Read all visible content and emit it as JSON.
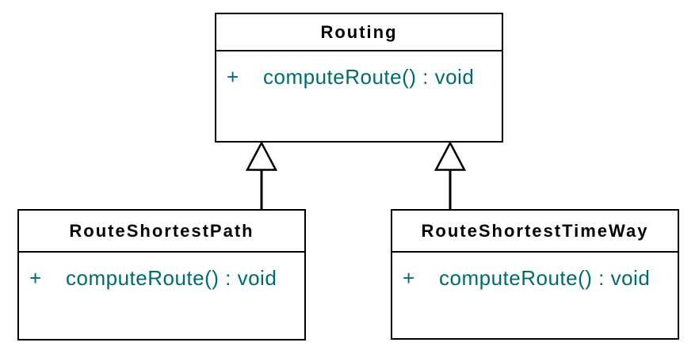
{
  "diagram": {
    "type": "uml-class-diagram",
    "classes": [
      {
        "name": "Routing",
        "methods": [
          {
            "visibility": "+",
            "signature": "computeRoute() : void"
          }
        ]
      },
      {
        "name": "RouteShortestPath",
        "methods": [
          {
            "visibility": "+",
            "signature": "computeRoute() : void"
          }
        ]
      },
      {
        "name": "RouteShortestTimeWay",
        "methods": [
          {
            "visibility": "+",
            "signature": "computeRoute() : void"
          }
        ]
      }
    ],
    "relationships": [
      {
        "from": "RouteShortestPath",
        "to": "Routing",
        "type": "generalization"
      },
      {
        "from": "RouteShortestTimeWay",
        "to": "Routing",
        "type": "generalization"
      }
    ],
    "colors": {
      "background": "#ffffff",
      "class_fill": "#ffffff",
      "border": "#000000",
      "title_text": "#000000",
      "method_text": "#006b6b"
    }
  }
}
